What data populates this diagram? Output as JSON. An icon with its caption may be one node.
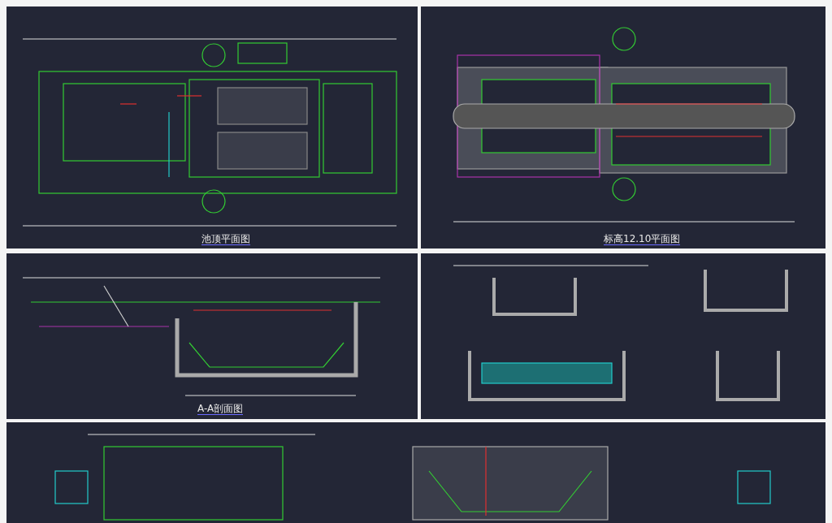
{
  "diagram": {
    "labels": [
      "池顶平面图",
      "标高12.10平面图",
      "A-A剖面图"
    ]
  }
}
